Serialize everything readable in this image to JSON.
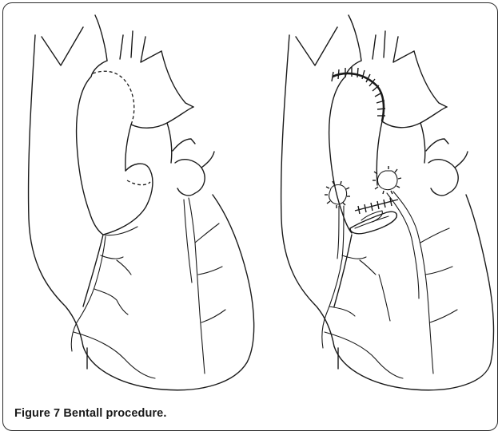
{
  "caption": {
    "label": "Figure 7",
    "text": "Bentall procedure."
  },
  "panels": [
    {
      "name": "pre-operative heart with aortic root aneurysm"
    },
    {
      "name": "post-operative heart after Bentall procedure"
    }
  ]
}
